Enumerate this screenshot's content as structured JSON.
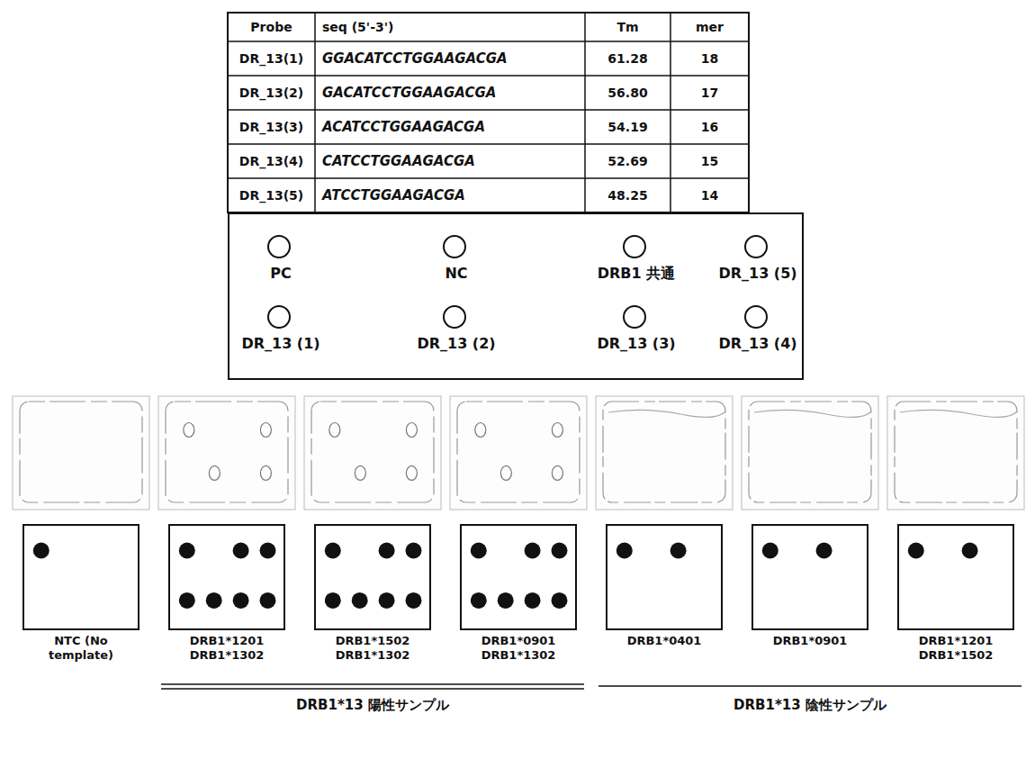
{
  "diagram": {
    "nodes": [
      {
        "text": [
          "PC",
          "NC",
          "DRB1 共通",
          "DR_13 (5)",
          "DR_13 (1)",
          "DR_13 (2)",
          "DR_13 (3)",
          "DR_13 (4)"
        ]
      },
      {
        "text": [
          "NTC (No template)"
        ]
      },
      {
        "text": [
          "DRB1*1201 DRB1*1302"
        ]
      },
      {
        "text": [
          "DRB1*1502 DRB1*1302"
        ]
      },
      {
        "text": [
          "DRB1*0901 DRB1*1302"
        ]
      },
      {
        "text": [
          "DRB1*0401"
        ]
      },
      {
        "text": [
          "DRB1*0901"
        ]
      },
      {
        "text": [
          "DRB1*1201 DRB1*1502"
        ]
      }
    ],
    "labels": [
      "Probe",
      "seq (5'-3')",
      "Tm",
      "mer",
      "DR_13(1)",
      "GGACATCCTGGAAGACGA",
      "61.28",
      "18",
      "DR_13(2)",
      "GACATCCTGGAAGACGA",
      "56.80",
      "17",
      "DR_13(3)",
      "ACATCCTGGAAGACGA",
      "54.19",
      "16",
      "DR_13(4)",
      "CATCCTGGAAGACGA",
      "52.69",
      "15",
      "DR_13(5)",
      "ATCCTGGAAGACGA",
      "48.25",
      "14",
      "DRB1*13 陽性サンプル",
      "DRB1*13 陰性サンプル"
    ]
  }
}
